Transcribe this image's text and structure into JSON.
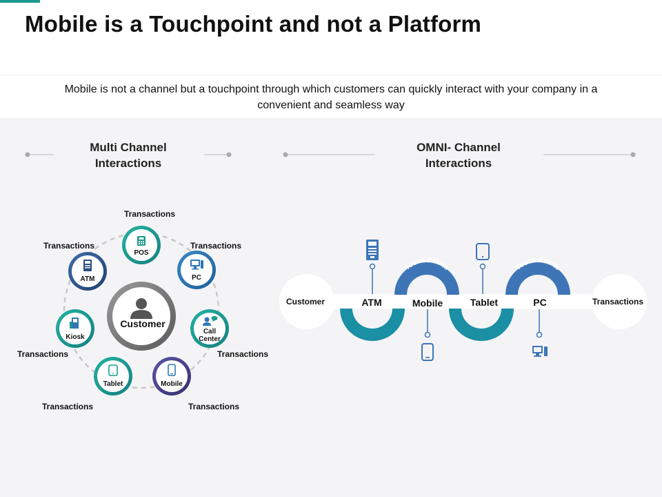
{
  "page": {
    "title": "Mobile is a Touchpoint and not a Platform",
    "subtitle": "Mobile is not a channel but a touchpoint through which customers can quickly interact with your company in a convenient and seamless way"
  },
  "multi_channel": {
    "heading": "Multi Channel Interactions",
    "center": "Customer",
    "nodes": [
      {
        "label": "POS",
        "icon": "pos-terminal-icon",
        "transaction": "Transactions"
      },
      {
        "label": "PC",
        "icon": "pc-icon",
        "transaction": "Transactions"
      },
      {
        "label": "Call Center",
        "icon": "call-center-icon",
        "transaction": "Transactions"
      },
      {
        "label": "Mobile",
        "icon": "mobile-icon",
        "transaction": "Transactions"
      },
      {
        "label": "Tablet",
        "icon": "tablet-icon",
        "transaction": "Transactions"
      },
      {
        "label": "Kiosk",
        "icon": "kiosk-icon",
        "transaction": "Transactions"
      },
      {
        "label": "ATM",
        "icon": "atm-icon",
        "transaction": "Transactions"
      }
    ]
  },
  "omni_channel": {
    "heading": "OMNI- Channel Interactions",
    "start": "Customer",
    "end": "Transactions",
    "channels": [
      "ATM",
      "Mobile",
      "Tablet",
      "PC"
    ],
    "touch_points_label": "Touch Points",
    "icons": [
      "atm-icon",
      "mobile-icon",
      "tablet-icon",
      "pc-icon"
    ]
  },
  "colors": {
    "teal": "#1a9a8c",
    "blue": "#2f76b5",
    "navy": "#2a4d7e",
    "purple": "#4a3f8c",
    "gray_ring": "#777777"
  }
}
